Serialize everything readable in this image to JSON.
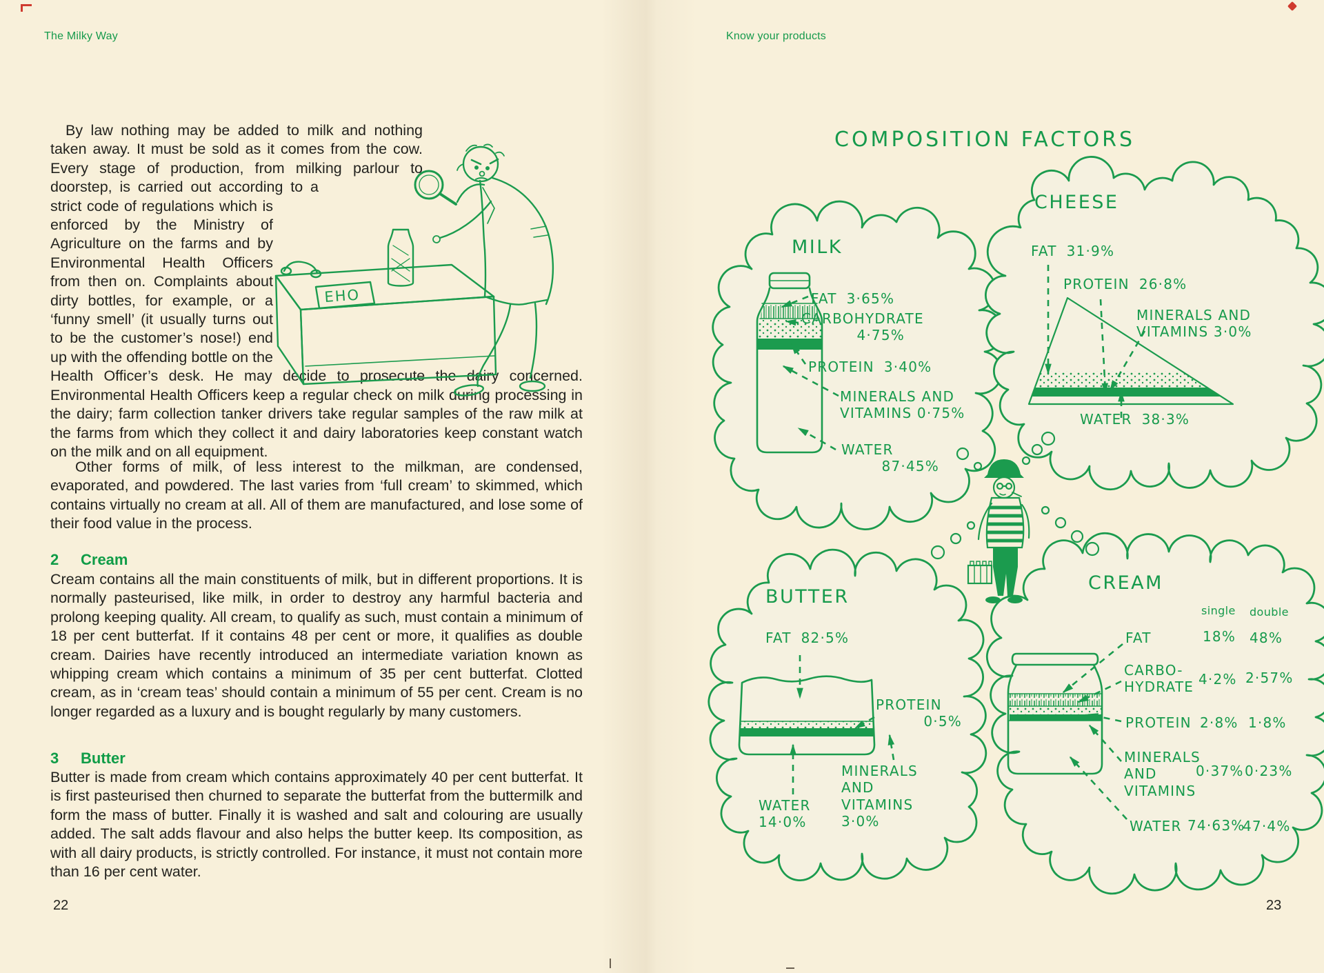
{
  "colors": {
    "paper": "#f8f0da",
    "ink_green": "#169a4c",
    "text_black": "#23231f"
  },
  "left_page": {
    "running_head": "The Milky Way",
    "page_number": "22",
    "paragraph1": "By law nothing may be added to milk and nothing taken away. It must be sold as it comes from the cow. Every stage of production, from milking parlour to doorstep, is carried out according to a strict code of regulations which is enforced by the Ministry of Agriculture on the farms and by Environmental Health Officers from then on. Complaints about dirty bottles, for example, or a ‘funny smell’ (it usually turns out to be the customer’s nose!) end up with the offending bottle on the Health Officer’s desk. He may decide to prosecute the dairy concerned. Environmental Health Officers keep a regular check on milk during processing in the dairy; farm collection tanker drivers take regular samples of the raw milk at the farms from which they collect it and dairy laboratories keep constant watch on the milk and on all equipment.",
    "paragraph2": "Other forms of milk, of less interest to the milkman, are condensed, evaporated, and powdered. The last varies from ‘full cream’ to skimmed, which contains virtually no cream at all. All of them are manufactured, and lose some of their food value in the process.",
    "section_cream": {
      "number": "2",
      "title": "Cream",
      "body": "Cream contains all the main constituents of milk, but in different proportions. It is normally pasteurised, like milk, in order to destroy any harmful bacteria and prolong keeping quality. All cream, to qualify as such, must contain a minimum of 18 per cent butterfat. If it contains 48 per cent or more, it qualifies as double cream. Dairies have recently introduced an intermediate variation known as whipping cream which contains a minimum of 35 per cent butterfat. Clotted cream, as in ‘cream teas’ should contain a minimum of 55 per cent. Cream is no longer regarded as a luxury and is bought regularly by many customers."
    },
    "section_butter": {
      "number": "3",
      "title": "Butter",
      "body": "Butter is made from cream which contains approximately 40 per cent butterfat. It is first pasteurised then churned to separate the butterfat from the buttermilk and form the mass of butter. Finally it is washed and salt and colouring are usually added. The salt adds flavour and also helps the butter keep. Its composition, as with all dairy products, is strictly controlled. For instance, it must not contain more than 16 per cent water."
    },
    "illustration": {
      "desk_sign": "EHO"
    }
  },
  "right_page": {
    "running_head": "Know your products",
    "page_number": "23",
    "diagram_title": "COMPOSITION FACTORS",
    "milk": {
      "title": "MILK",
      "fat_label": "FAT",
      "fat_value": "3·65%",
      "carb_label": "CARBOHYDRATE",
      "carb_value": "4·75%",
      "protein_label": "PROTEIN",
      "protein_value": "3·40%",
      "minerals_label": "MINERALS AND VITAMINS",
      "minerals_value": "0·75%",
      "water_label": "WATER",
      "water_value": "87·45%"
    },
    "cheese": {
      "title": "CHEESE",
      "fat_label": "FAT",
      "fat_value": "31·9%",
      "protein_label": "PROTEIN",
      "protein_value": "26·8%",
      "minerals_label": "MINERALS AND VITAMINS",
      "minerals_value": "3·0%",
      "water_label": "WATER",
      "water_value": "38·3%"
    },
    "butter": {
      "title": "BUTTER",
      "fat_label": "FAT",
      "fat_value": "82·5%",
      "protein_label": "PROTEIN",
      "protein_value": "0·5%",
      "minerals_label": "MINERALS AND VITAMINS",
      "minerals_value": "3·0%",
      "water_label": "WATER",
      "water_value": "14·0%"
    },
    "cream": {
      "title": "CREAM",
      "col_single": "single",
      "col_double": "double",
      "fat_label": "FAT",
      "fat_single": "18%",
      "fat_double": "48%",
      "carb_label": "CARBO-HYDRATE",
      "carb_single": "4·2%",
      "carb_double": "2·57%",
      "protein_label": "PROTEIN",
      "protein_single": "2·8%",
      "protein_double": "1·8%",
      "minerals_label": "MINERALS AND VITAMINS",
      "minerals_single": "0·37%",
      "minerals_double": "0·23%",
      "water_label": "WATER",
      "water_single": "74·63%",
      "water_double": "47·4%"
    }
  },
  "chart_data": {
    "type": "table",
    "title": "COMPOSITION FACTORS",
    "unit": "%",
    "products": [
      {
        "name": "MILK",
        "fat": 3.65,
        "carbohydrate": 4.75,
        "protein": 3.4,
        "minerals_and_vitamins": 0.75,
        "water": 87.45
      },
      {
        "name": "CHEESE",
        "fat": 31.9,
        "protein": 26.8,
        "minerals_and_vitamins": 3.0,
        "water": 38.3
      },
      {
        "name": "BUTTER",
        "fat": 82.5,
        "protein": 0.5,
        "minerals_and_vitamins": 3.0,
        "water": 14.0
      },
      {
        "name": "CREAM (single)",
        "fat": 18,
        "carbohydrate": 4.2,
        "protein": 2.8,
        "minerals_and_vitamins": 0.37,
        "water": 74.63
      },
      {
        "name": "CREAM (double)",
        "fat": 48,
        "carbohydrate": 2.57,
        "protein": 1.8,
        "minerals_and_vitamins": 0.23,
        "water": 47.4
      }
    ]
  }
}
